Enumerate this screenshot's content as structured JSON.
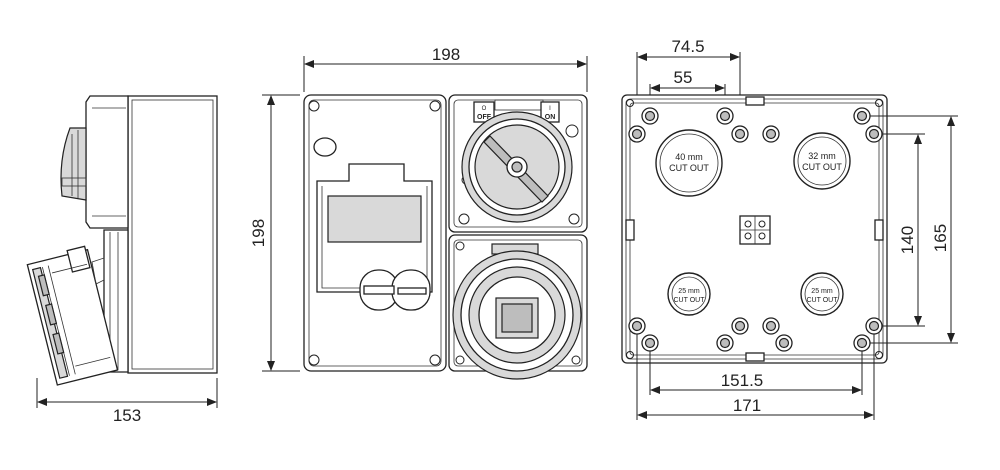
{
  "side_view": {
    "width_label": "153"
  },
  "front_view": {
    "width_label": "198",
    "height_label": "198",
    "switch_off_label": "OFF",
    "switch_off_mark": "O",
    "switch_on_label": "ON",
    "switch_on_mark": "I"
  },
  "rear_view": {
    "dim_top_outer": "74.5",
    "dim_top_inner": "55",
    "dim_bottom_inner": "151.5",
    "dim_bottom_outer": "171",
    "dim_right_inner": "140",
    "dim_right_outer": "165",
    "cutouts": [
      {
        "size": "40 mm",
        "text": "CUT OUT"
      },
      {
        "size": "32 mm",
        "text": "CUT OUT"
      },
      {
        "size": "25 mm",
        "text": "CUT OUT"
      },
      {
        "size": "25 mm",
        "text": "CUT OUT"
      }
    ]
  }
}
